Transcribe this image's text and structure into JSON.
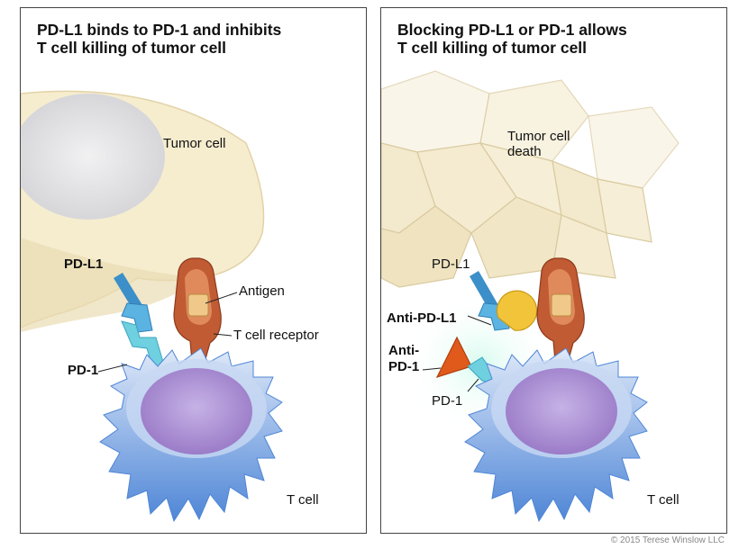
{
  "panels": {
    "left": {
      "title_line1": "PD-L1 binds to PD-1 and inhibits",
      "title_line2": "T cell killing of tumor cell",
      "labels": {
        "tumor_cell": "Tumor cell",
        "pd_l1": "PD-L1",
        "antigen": "Antigen",
        "t_cell_receptor": "T cell receptor",
        "pd_1": "PD-1",
        "t_cell": "T cell"
      }
    },
    "right": {
      "title_line1": "Blocking PD-L1 or PD-1 allows",
      "title_line2": "T cell killing of tumor cell",
      "labels": {
        "tumor_cell_death_line1": "Tumor cell",
        "tumor_cell_death_line2": "death",
        "pd_l1": "PD-L1",
        "anti_pd_l1": "Anti-PD-L1",
        "anti_pd_1_line1": "Anti-",
        "anti_pd_1_line2": "PD-1",
        "pd_1": "PD-1",
        "t_cell": "T cell"
      }
    }
  },
  "copyright": "© 2015 Terese Winslow LLC",
  "colors": {
    "tumor_cell": "#f7efd6",
    "tumor_nucleus": "#e4e4e6",
    "t_cell_blue": "#5b8fd8",
    "t_cell_nucleus": "#a98fd0",
    "pd_l1": "#4aa6d6",
    "pd_1": "#62c6d8",
    "t_cell_receptor": "#b5502e",
    "antigen": "#f0c98a",
    "anti_pd_l1": "#f2c43a",
    "anti_pd_1": "#e05a1c",
    "glow": "#bff0e8"
  }
}
